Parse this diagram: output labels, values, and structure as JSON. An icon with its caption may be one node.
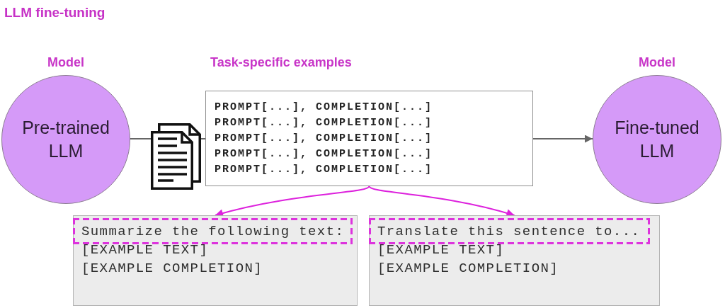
{
  "diagram": {
    "title": "LLM fine-tuning",
    "nodes": [
      {
        "text": [
          "Model",
          "Pre-trained LLM"
        ]
      },
      {
        "text": [],
        "shape": "picture"
      },
      {
        "text": [
          "Task-specific examples",
          "PROMPT[...], COMPLETION[...]",
          "PROMPT[...], COMPLETION[...]",
          "PROMPT[...], COMPLETION[...]",
          "PROMPT[...], COMPLETION[...]",
          "PROMPT[...], COMPLETION[...]"
        ]
      },
      {
        "text": [
          "Model",
          "Fine-tuned LLM"
        ]
      },
      {
        "text": [
          "[EXAMPLE TEXT]",
          "[EXAMPLE COMPLETION]"
        ]
      },
      {
        "text": [
          "Summarize the following text:"
        ],
        "in": 4
      },
      {
        "text": [
          "[EXAMPLE TEXT]",
          "[EXAMPLE COMPLETION]"
        ]
      },
      {
        "text": [
          "Translate this sentence to..."
        ],
        "in": 6
      }
    ],
    "edges": [
      {
        "from": 0,
        "to": 1,
        "arrow": "none"
      },
      {
        "from": 1,
        "to": 2,
        "arrow": "none"
      },
      {
        "from": 2,
        "to": 3,
        "arrow": "to"
      },
      {
        "from": 2,
        "to": 4,
        "arrow": "to",
        "color": "#dd22dd"
      },
      {
        "from": 2,
        "to": 6,
        "arrow": "to",
        "color": "#dd22dd"
      }
    ]
  }
}
